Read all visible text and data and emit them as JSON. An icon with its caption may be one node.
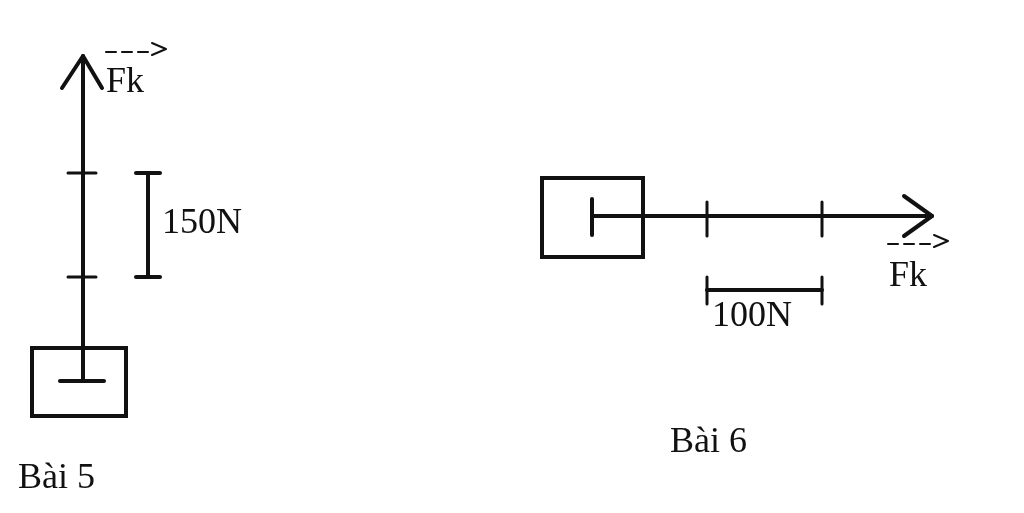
{
  "diagram": {
    "nodes": [
      {
        "text": [],
        "shape": "box"
      },
      {
        "text": [],
        "shape": "box"
      }
    ],
    "labels": [
      "Fk",
      "150N",
      "Bài 5",
      "Fk",
      "100N",
      "Bài 6"
    ]
  }
}
